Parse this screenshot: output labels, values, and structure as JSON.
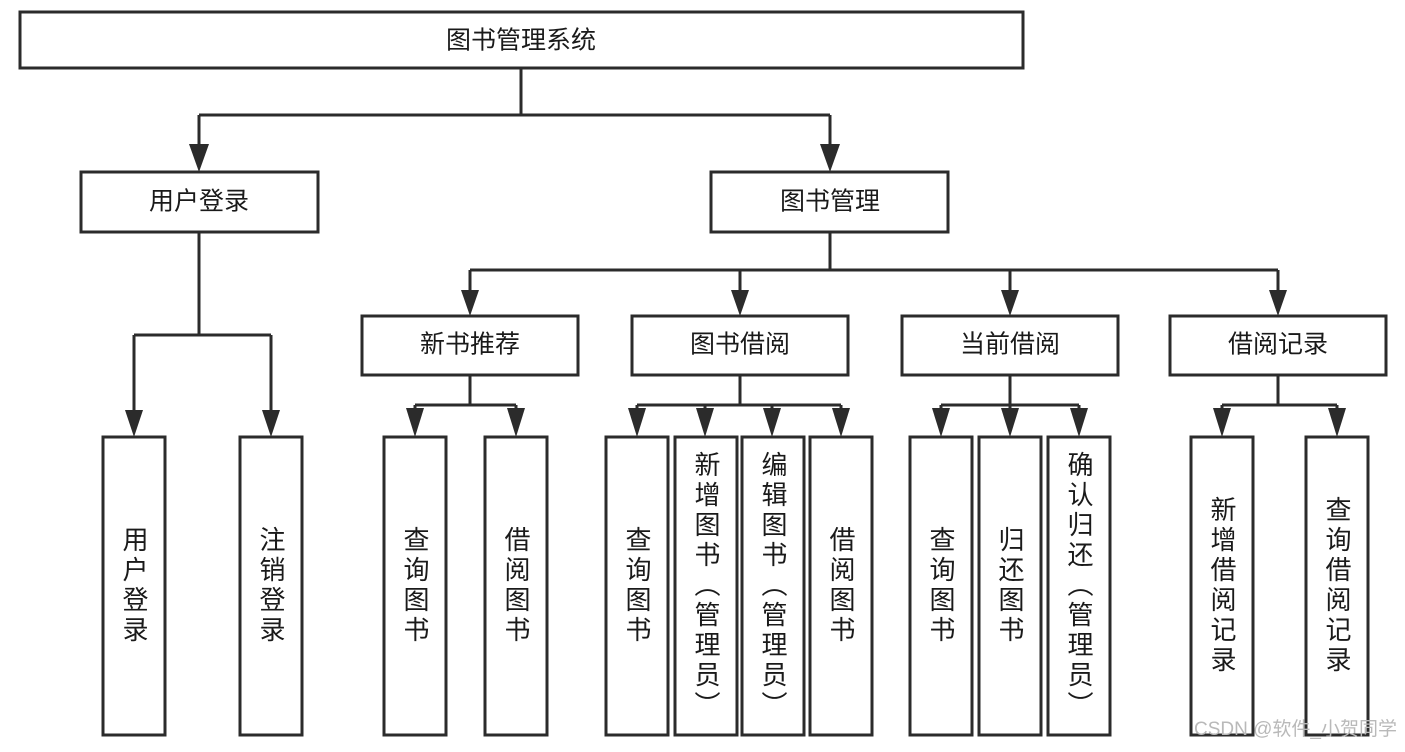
{
  "diagram": {
    "title": "图书管理系统",
    "type": "tree",
    "watermark": "CSDN @软件_小贺同学",
    "colors": {
      "box_stroke": "#2b2b2b",
      "box_fill": "#ffffff",
      "text": "#1a1a1a",
      "background": "#ffffff",
      "watermark": "#b9b9b9"
    },
    "root": {
      "label": "图书管理系统"
    },
    "level2": [
      {
        "label": "用户登录"
      },
      {
        "label": "图书管理"
      }
    ],
    "level3": [
      {
        "label": "新书推荐"
      },
      {
        "label": "图书借阅"
      },
      {
        "label": "当前借阅"
      },
      {
        "label": "借阅记录"
      }
    ],
    "leaves": {
      "user_login": [
        {
          "label": "用户登录"
        },
        {
          "label": "注销登录"
        }
      ],
      "new_book": [
        {
          "label": "查询图书"
        },
        {
          "label": "借阅图书"
        }
      ],
      "book_borrow": [
        {
          "label": "查询图书"
        },
        {
          "label": "新增图书（管理员）"
        },
        {
          "label": "编辑图书（管理员）"
        },
        {
          "label": "借阅图书"
        }
      ],
      "current_borrow": [
        {
          "label": "查询图书"
        },
        {
          "label": "归还图书"
        },
        {
          "label": "确认归还（管理员）"
        }
      ],
      "borrow_record": [
        {
          "label": "新增借阅记录"
        },
        {
          "label": "查询借阅记录"
        }
      ]
    }
  }
}
